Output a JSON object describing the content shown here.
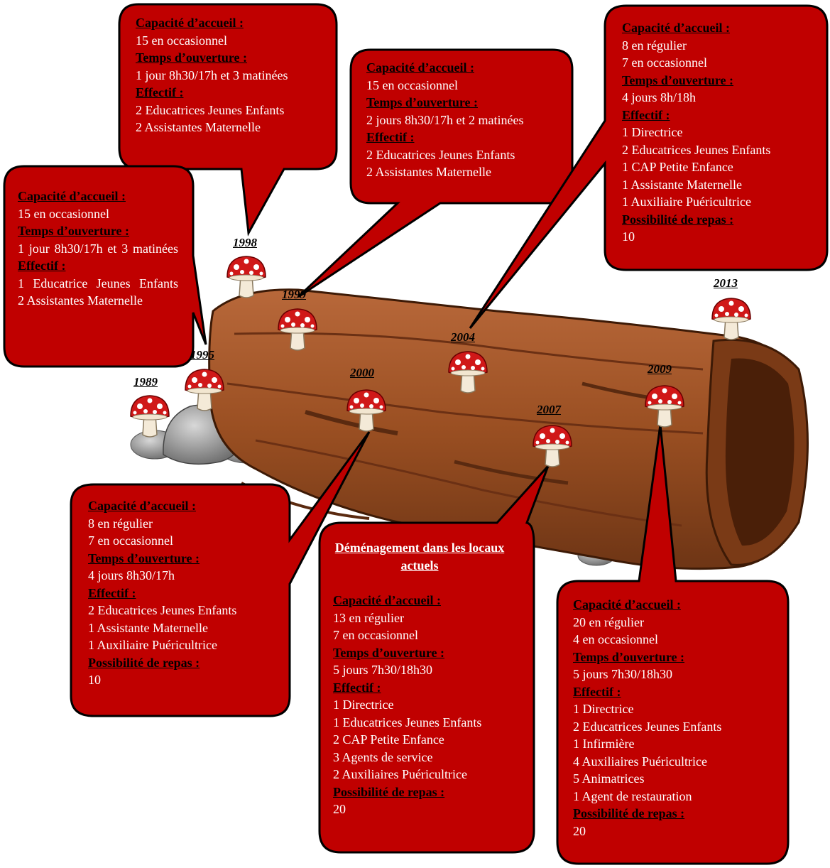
{
  "colors": {
    "bubble_fill": "#c00000",
    "bubble_stroke": "#000000",
    "text": "#ffffff",
    "label": "#000000",
    "log_light": "#a0522d",
    "log_dark": "#6b3014",
    "mushroom_cap": "#d01818",
    "rock": "#8c8c8c"
  },
  "icons": {
    "mushroom": "mushroom-icon",
    "log": "hollow-log-illustration",
    "rock": "rock-icon"
  },
  "years": {
    "y1989": "1989",
    "y1995": "1995",
    "y1998": "1998",
    "y1999": "1999",
    "y2000": "2000",
    "y2004": "2004",
    "y2007": "2007",
    "y2009": "2009",
    "y2013": "2013"
  },
  "labels": {
    "capacite": "Capacité d’accueil :",
    "temps": "Temps d’ouverture :",
    "effectif": "Effectif :",
    "repas": "Possibilité de repas :"
  },
  "b1995": {
    "cap": [
      "15 en occasionnel"
    ],
    "temps": [
      "1 jour 8h30/17h et 3 matinées"
    ],
    "eff": [
      "1 Educatrice Jeunes Enfants",
      "2 Assistantes Maternelle"
    ]
  },
  "b1998": {
    "cap": [
      "15 en occasionnel"
    ],
    "temps": [
      "1 jour 8h30/17h et 3 matinées"
    ],
    "eff": [
      "2 Educatrices Jeunes Enfants",
      "2 Assistantes Maternelle"
    ]
  },
  "b1999": {
    "cap": [
      "15 en occasionnel"
    ],
    "temps": [
      "2 jours 8h30/17h et 2 matinées"
    ],
    "eff": [
      "2 Educatrices Jeunes Enfants",
      "2 Assistantes Maternelle"
    ]
  },
  "b2004": {
    "cap": [
      "8 en régulier",
      "7 en occasionnel"
    ],
    "temps": [
      "4 jours 8h/18h"
    ],
    "eff": [
      "1 Directrice",
      "2 Educatrices Jeunes Enfants",
      "1 CAP Petite Enfance",
      "1 Assistante Maternelle",
      "1 Auxiliaire Puéricultrice"
    ],
    "repas": [
      "10"
    ]
  },
  "b2000": {
    "cap": [
      "8 en régulier",
      "7 en occasionnel"
    ],
    "temps": [
      "4 jours 8h30/17h"
    ],
    "eff": [
      "2 Educatrices Jeunes Enfants",
      "1 Assistante Maternelle",
      "1 Auxiliaire Puéricultrice"
    ],
    "repas": [
      "10"
    ]
  },
  "b2007": {
    "title": "Déménagement dans les locaux actuels",
    "cap": [
      "13 en régulier",
      "7 en occasionnel"
    ],
    "temps": [
      "5 jours 7h30/18h30"
    ],
    "eff": [
      "1 Directrice",
      "1 Educatrices Jeunes Enfants",
      "2 CAP Petite Enfance",
      "3 Agents de service",
      "2 Auxiliaires Puéricultrice"
    ],
    "repas": [
      "20"
    ]
  },
  "b2009": {
    "cap": [
      "20 en régulier",
      "4 en occasionnel"
    ],
    "temps": [
      "5 jours 7h30/18h30"
    ],
    "eff": [
      "1 Directrice",
      "2 Educatrices Jeunes Enfants",
      "1 Infirmière",
      "4 Auxiliaires Puéricultrice",
      "5 Animatrices",
      "1 Agent de restauration"
    ],
    "repas": [
      "20"
    ]
  }
}
